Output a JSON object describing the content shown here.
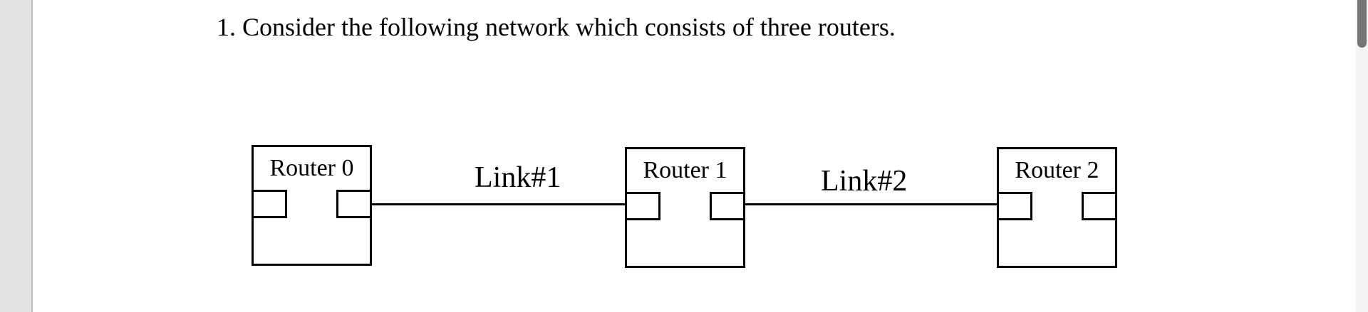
{
  "app": {
    "type": "document-viewer"
  },
  "document": {
    "question_text": "1. Consider the following network which consists of three routers."
  },
  "diagram": {
    "routers": [
      {
        "label": "Router 0"
      },
      {
        "label": "Router 1"
      },
      {
        "label": "Router 2"
      }
    ],
    "links": [
      {
        "label": "Link#1"
      },
      {
        "label": "Link#2"
      }
    ]
  },
  "scrollbar": {
    "orientation": "vertical",
    "thumb_position": "top"
  },
  "colors": {
    "line": "#000000",
    "page_background": "#ffffff",
    "margin_background": "#e4e4e4",
    "margin_border": "#c1c1c1",
    "scrollbar_track": "#f4f4f4",
    "scrollbar_thumb": "#757575"
  }
}
